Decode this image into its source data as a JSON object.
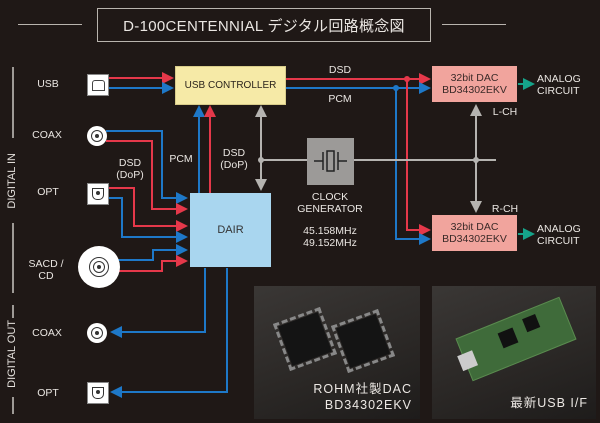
{
  "title": "D-100CENTENNIAL デジタル回路概念図",
  "sections": {
    "digital_in": "DIGITAL IN",
    "digital_out": "DIGITAL OUT"
  },
  "inputs": [
    {
      "label": "USB",
      "icon": "usb-b-port-icon"
    },
    {
      "label": "COAX",
      "icon": "coaxial-jack-icon"
    },
    {
      "label": "OPT",
      "icon": "optical-port-icon"
    },
    {
      "label": "SACD / CD",
      "label_line1": "SACD /",
      "label_line2": "CD",
      "icon": "disc-icon"
    }
  ],
  "outputs": [
    {
      "label": "COAX",
      "icon": "coaxial-jack-icon"
    },
    {
      "label": "OPT",
      "icon": "optical-port-icon"
    }
  ],
  "blocks": {
    "usb_controller": "USB CONTROLLER",
    "dair": "DAIR",
    "dac_line1": "32bit DAC",
    "dac_line2": "BD34302EKV",
    "clock_line1": "CLOCK",
    "clock_line2": "GENERATOR",
    "clock_freq1": "45.158MHz",
    "clock_freq2": "49.152MHz",
    "analog_line1": "ANALOG",
    "analog_line2": "CIRCUIT"
  },
  "signals": {
    "dsd": "DSD",
    "pcm": "PCM",
    "dsd_dop_line1": "DSD",
    "dsd_dop_line2": "(DoP)",
    "l_ch": "L-CH",
    "r_ch": "R-CH"
  },
  "colors": {
    "dsd_line": "#e5384a",
    "pcm_line": "#1e78c8",
    "clock_line": "#b5b3b0",
    "analog_arrow": "#16a48a",
    "background": "#1f1816"
  },
  "photos": [
    {
      "caption_line1": "ROHM社製DAC",
      "caption_line2": "BD34302EKV"
    },
    {
      "caption_line1": "最新USB I/F"
    }
  ]
}
